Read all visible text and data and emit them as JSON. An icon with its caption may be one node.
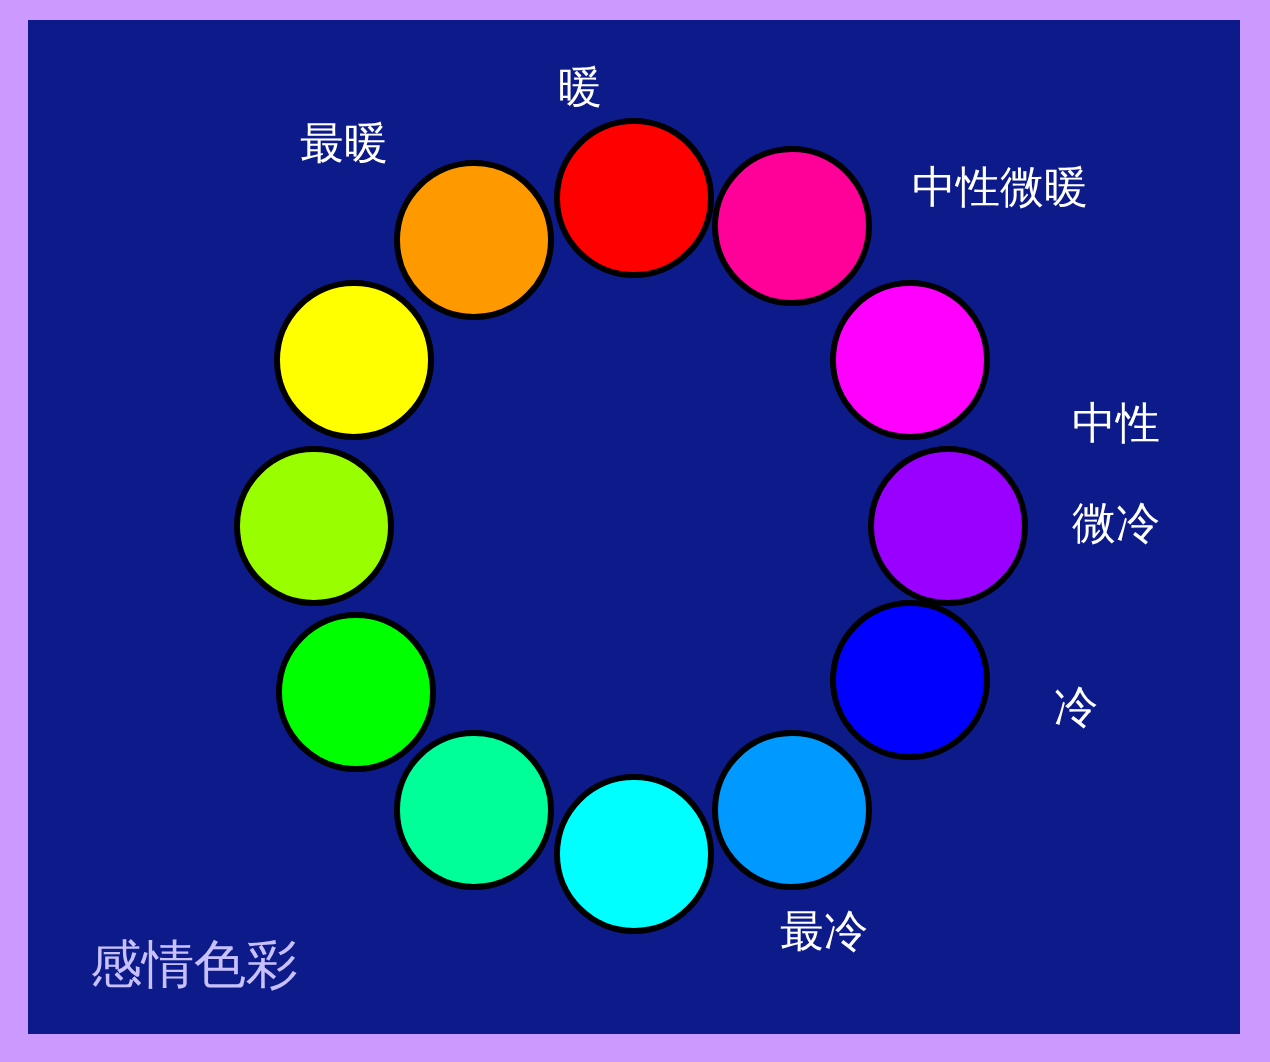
{
  "diagram": {
    "caption": "感情色彩",
    "nodes": [
      {
        "text": [],
        "shape": "circle"
      },
      {
        "text": [],
        "shape": "circle"
      },
      {
        "text": [],
        "shape": "circle"
      },
      {
        "text": [],
        "shape": "circle"
      },
      {
        "text": [],
        "shape": "circle"
      },
      {
        "text": [],
        "shape": "circle"
      },
      {
        "text": [],
        "shape": "circle"
      },
      {
        "text": [],
        "shape": "circle"
      },
      {
        "text": [],
        "shape": "circle"
      },
      {
        "text": [],
        "shape": "circle"
      },
      {
        "text": [],
        "shape": "circle"
      },
      {
        "text": [],
        "shape": "circle"
      }
    ],
    "edges": [],
    "labels": [
      "暖",
      "最暖",
      "中性微暖",
      "中性",
      "微冷",
      "冷",
      "最冷"
    ]
  }
}
